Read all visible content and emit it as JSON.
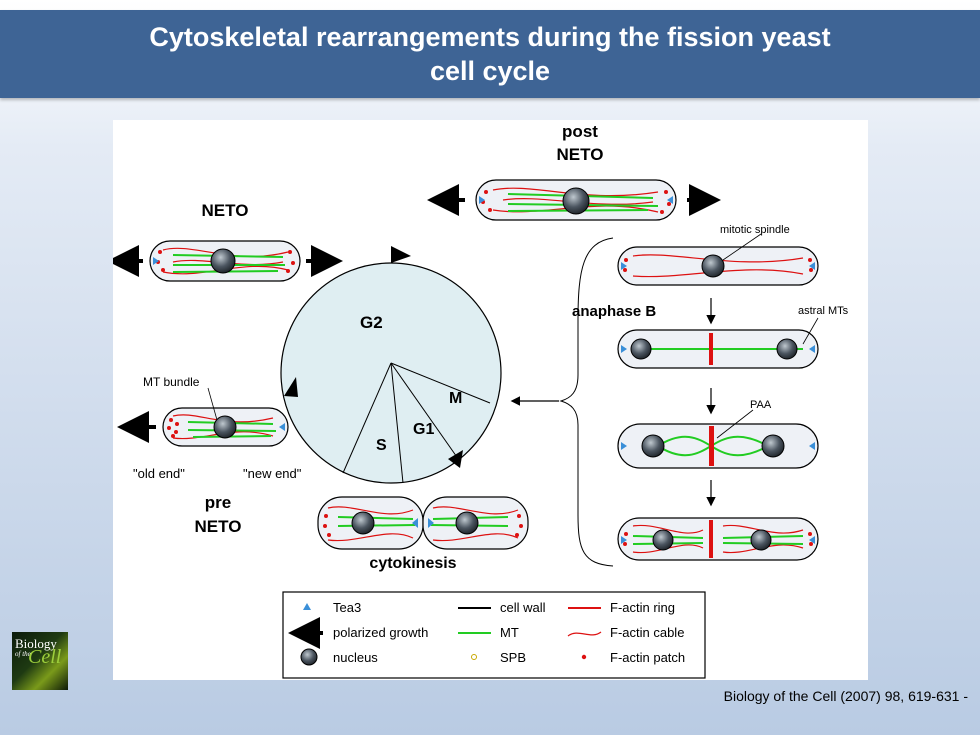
{
  "title": {
    "line1": "Cytoskeletal rearrangements during the fission yeast",
    "line2": "cell cycle"
  },
  "diagram": {
    "phase_labels": {
      "post_neto_1": "post",
      "post_neto_2": "NETO",
      "neto": "NETO",
      "pre_neto_1": "pre",
      "pre_neto_2": "NETO",
      "anaphase": "anaphase B",
      "cytokinesis": "cytokinesis"
    },
    "cycle_labels": {
      "g2": "G2",
      "m": "M",
      "g1": "G1",
      "s": "S"
    },
    "annotations": {
      "mitotic_spindle": "mitotic spindle",
      "astral_mts": "astral MTs",
      "paa": "PAA",
      "mt_bundle": "MT bundle",
      "old_end": "\"old end\"",
      "new_end": "\"new end\""
    },
    "legend": {
      "tea3": "Tea3",
      "polarized_growth": "polarized growth",
      "nucleus": "nucleus",
      "cell_wall": "cell wall",
      "mt": "MT",
      "spb": "SPB",
      "factin_ring": "F-actin ring",
      "factin_cable": "F-actin cable",
      "factin_patch": "F-actin patch"
    },
    "colors": {
      "mt": "#22cc22",
      "actin": "#dd1111",
      "tea3": "#3a8fd8",
      "cell_fill": "#eef1f6",
      "pie_fill": "#dfeef2"
    }
  },
  "logo": {
    "word1": "Biology",
    "word2": "of the",
    "word3": "Cell"
  },
  "citation": "Biology of the Cell (2007) 98, 619-631 -"
}
